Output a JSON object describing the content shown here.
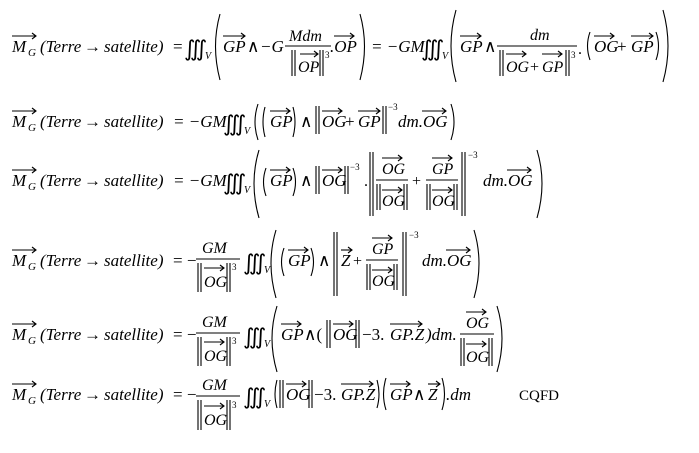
{
  "lhs": {
    "m": "M",
    "sub": "G",
    "paren": "(Terre",
    "arrow": "→",
    "tail": "satellite)",
    "eq": "="
  },
  "l1": {
    "iii": "∭",
    "v": "V",
    "gp": "GP",
    "wedge": "∧",
    "neg_g": "−G",
    "mdm": "Mdm",
    "op": "OP",
    "cube": "3",
    "dot_op": ".OP",
    "eq2": "= −GM",
    "dm": "dm",
    "og": "OG",
    "plus": "+",
    "gp2": "GP",
    "dot": "."
  },
  "l2": {
    "neg_gm": "= −GM",
    "iii": "∭",
    "v": "V",
    "gp": "GP",
    "wedge": "∧",
    "og": "OG",
    "plus": "+",
    "gp2": "GP",
    "exp": "−3",
    "dm_og": "dm.OG"
  },
  "l3": {
    "neg_gm": "= −GM",
    "iii": "∭",
    "v": "V",
    "gp": "GP",
    "wedge": "∧",
    "og": "OG",
    "exp": "−3",
    "dot": ".",
    "og_n": "OG",
    "og_d": "OG",
    "plus": "+",
    "gp_n": "GP",
    "og_d2": "OG",
    "exp2": "−3",
    "dm_og": "dm.OG"
  },
  "l4": {
    "eq": "= −",
    "gm": "GM",
    "og": "OG",
    "cube": "3",
    "iii": "∭",
    "v": "V",
    "gp": "GP",
    "wedge": "∧",
    "z": "Z",
    "plus": "+",
    "gp_n": "GP",
    "og_d": "OG",
    "exp": "−3",
    "dm_og": "dm.OG"
  },
  "l5": {
    "eq": "= −",
    "gm": "GM",
    "og": "OG",
    "cube": "3",
    "iii": "∭",
    "v": "V",
    "gp": "GP",
    "wedge": "∧(",
    "og2": "OG",
    "mid": "−3.",
    "gpz": "GP.Z",
    "paren_dm": ")dm.",
    "og_n": "OG",
    "og_d": "OG"
  },
  "l6": {
    "eq": "= −",
    "gm": "GM",
    "og": "OG",
    "cube": "3",
    "iii": "∭",
    "v": "V",
    "og2": "OG",
    "mid": "−3.",
    "gpz": "GP.Z",
    "gp": "GP",
    "wedge": "∧",
    "z": "Z",
    "dm": ".dm",
    "cqfd": "CQFD"
  }
}
